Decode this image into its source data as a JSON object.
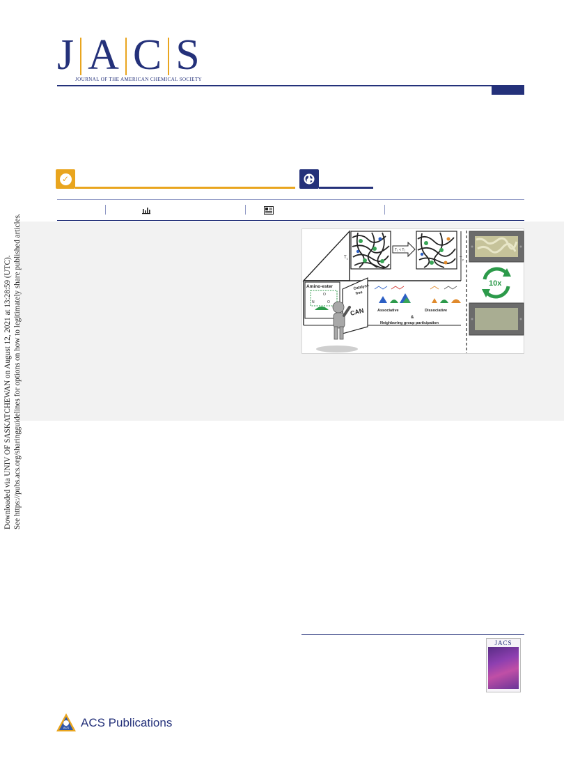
{
  "masthead": {
    "letters": [
      "J",
      "A",
      "C",
      "S"
    ],
    "subtitle": "JOURNAL OF THE AMERICAN CHEMICAL SOCIETY",
    "brand_color": "#24317a",
    "accent_color": "#e9a51e"
  },
  "side_notice": {
    "line1": "Downloaded via UNIV OF SASKATCHEWAN on August 12, 2021 at 13:28:59 (UTC).",
    "line2": "See https://pubs.acs.org/sharingguidelines for options on how to legitimately share published articles."
  },
  "icons": {
    "open_access": "check-circle-icon",
    "globe": "globe-icon",
    "metrics": "bar-chart-icon",
    "article": "article-icon"
  },
  "toc_graphic": {
    "t1": "T",
    "t1_sub": "1",
    "t2": "T",
    "t2_sub": "2",
    "arrow_label": "T₁ < T₂",
    "amino_ester": "Amino-ester",
    "atom_o": "O",
    "atom_n": "N",
    "atom_o2": "O",
    "catalyst": "Catalyst-",
    "catalyst2": "free",
    "can": "CAN",
    "associative": "Associative",
    "dissociative": "Dissociative",
    "amp": "&",
    "neighboring": "Neighboring group participation",
    "cycles": "10x"
  },
  "cover": {
    "title": "JACS"
  },
  "publisher": {
    "name": "ACS Publications",
    "logo_text": "ACS"
  }
}
